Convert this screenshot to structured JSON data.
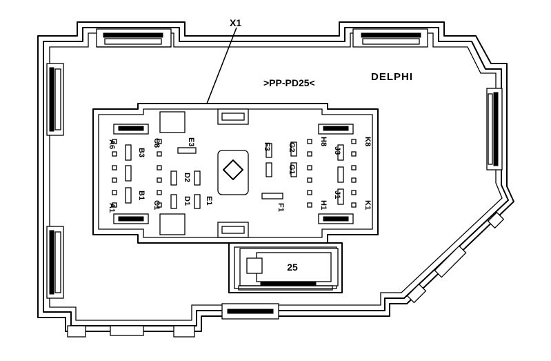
{
  "connector_label": "X1",
  "part_code": ">PP-PD25<",
  "brand": "DELPHI",
  "fuse_block_number": "25",
  "cavity_labels": {
    "a6": "A6",
    "a1": "A1",
    "b3": "B3",
    "b1": "B1",
    "c8": "C8",
    "c1": "C1",
    "d2": "D2",
    "d1": "D1",
    "e3": "E3",
    "e1": "E1",
    "f3": "F3",
    "f1": "F1",
    "g2": "G2",
    "g1": "G1",
    "h8": "H8",
    "h1": "H1",
    "j3": "J3",
    "j1": "J1",
    "k8": "K8",
    "k1": "K1"
  }
}
